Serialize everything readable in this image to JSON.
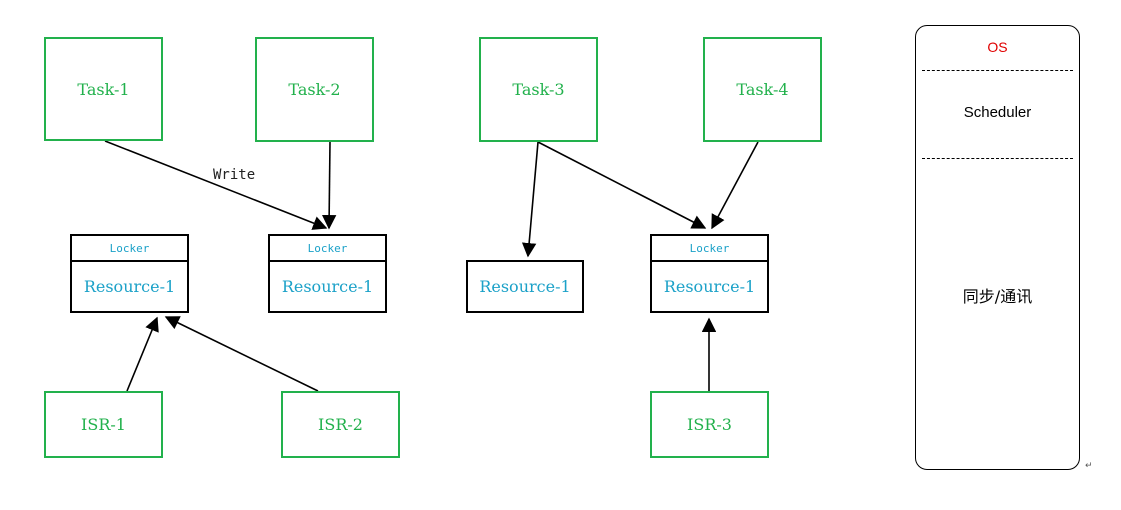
{
  "tasks": {
    "task1": "Task-1",
    "task2": "Task-2",
    "task3": "Task-3",
    "task4": "Task-4"
  },
  "resources": {
    "locker_label": "Locker",
    "res_a": "Resource-1",
    "res_b": "Resource-1",
    "res_c": "Resource-1",
    "res_d": "Resource-1"
  },
  "isrs": {
    "isr1": "ISR-1",
    "isr2": "ISR-2",
    "isr3": "ISR-3"
  },
  "edge_labels": {
    "write": "Write"
  },
  "os_panel": {
    "title": "OS",
    "scheduler": "Scheduler",
    "sync": "同步/通讯"
  },
  "colors": {
    "task_border": "#22b14c",
    "resource_text": "#1ba1c8",
    "os_title": "#e00000"
  },
  "return_mark": "↵"
}
